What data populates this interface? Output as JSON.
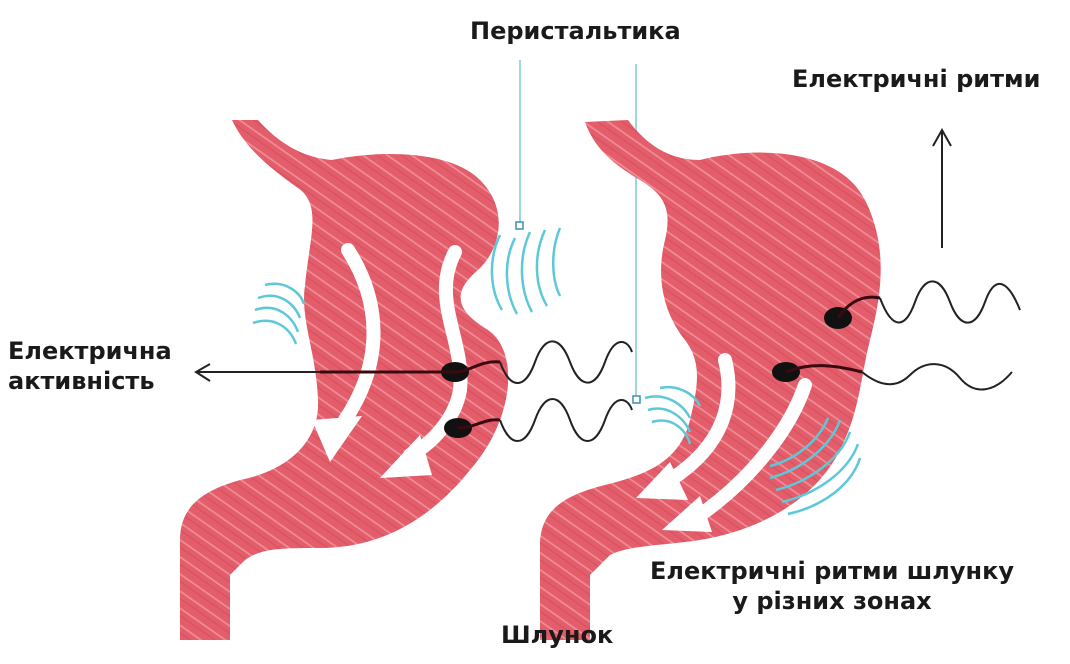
{
  "labels": {
    "peristalsis": "Перистальтика",
    "electric_rhythms": "Електричні ритми",
    "electric_activity_line1": "Електрична",
    "electric_activity_line2": "активність",
    "zone_rhythms_line1": "Електричні ритми шлунку",
    "zone_rhythms_line2": "у різних зонах",
    "stomach": "Шлунок"
  },
  "colors": {
    "stomach_fill": "#e35d6a",
    "stomach_texture": "#f3a7ae",
    "arrow_white": "#ffffff",
    "wave_cyan": "#5cc8d8",
    "electrode": "#111111",
    "signal_line": "#222222",
    "pointer_line": "#9fd6e3"
  }
}
